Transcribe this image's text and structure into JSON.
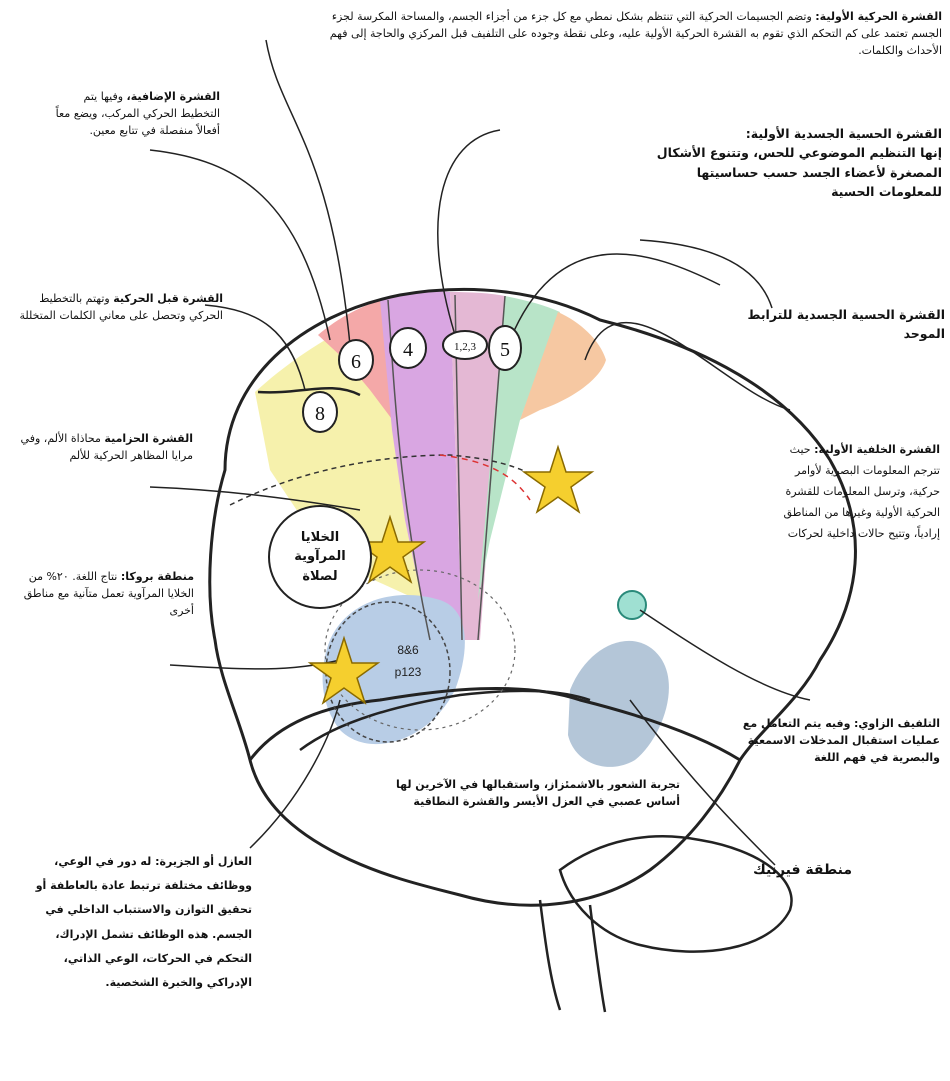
{
  "labels": {
    "primary_motor_title": "القشرة الحركية الأولية:",
    "primary_motor_body": "وتضم الجسيمات الحركية التي تنتظم بشكل نمطي مع كل جزء من أجزاء الجسم، والمساحة المكرسة لجزء الجسم تعتمد على كم التحكم الذي تقوم به القشرة الحركية الأولية عليه، وعلى نقطة وجوده على التلفيف قبل المركزي والحاجة إلى فهم الأحداث والكلمات.",
    "supplementary_title": "القشرة الإضافية،",
    "supplementary_body": "وفيها يتم التخطيط الحركي المركب، ويضع معاً أفعالاً منفصلة في تتابع معين.",
    "somatosensory_title": "القشرة الحسية الجسدية الأولية:",
    "somatosensory_body": "إنها التنظيم الموضوعي للحس، وتتنوع الأشكال المصغرة لأعضاء الجسد حسب حساسيتها للمعلومات الحسية",
    "premotor_title": "القشرة قبل الحركية",
    "premotor_body": "وتهتم بالتخطيط الحركي وتحصل على معاني الكلمات المتخللة",
    "assoc_somatosensory": "القشرة الحسية الجسدية للترابط الموحد",
    "cingulate_title": "القشرة الحزامية",
    "cingulate_body": "محاذاة الألم، وفي مرايا المظاهر الحركية للألم",
    "posterior_title": "القشرة الخلفية الأولية:",
    "posterior_body": "حيث تترجم المعلومات البصرية لأوامر حركية، وترسل المعلومات للقشرة الحركية الأولية وغيرها من المناطق إرادياً، وتتيح حالات داخلية لحركات",
    "mirror_neurons": "الخلايا المرآوية لصلاة",
    "broca_title": "منطقة بروكا:",
    "broca_body": "نتاج اللغة. ٢٠% من الخلايا المرآوية تعمل متآنية مع مناطق أخرى",
    "angular_title": "التلفيف الزاوي:",
    "angular_body": "وفيه يتم التعامل مع عمليات استقبال المدخلات الاسمعية والبصرية في فهم اللغة",
    "empathy": "تجربة الشعور بالاشمئزاز، واستقبالها في الآخرين لها أساس عصبي في العزل الأيسر والقشرة النطاقية",
    "wernicke": "منطقة فيرنيك",
    "insula_title": "العازل أو الجزيرة:",
    "insula_body": "له دور في الوعي، ووظائف مختلفة ترتبط عادة بالعاطفة أو تحقيق التوازن والاستتباب الداخلي في الجسم. هذه الوظائف تشمل الإدراك، التحكم في الحركات، الوعي الذاتي، الإدراكي والخبرة الشخصية."
  },
  "area_numbers": {
    "area_6": "6",
    "area_4": "4",
    "area_123": "1,2,3",
    "area_5": "5",
    "area_8": "8",
    "broca_areas_line1": "8&6",
    "broca_areas_line2": "p123"
  },
  "colors": {
    "premotor": "#f4a8a8",
    "primary_motor": "#d9a6e2",
    "somatosensory": "#e4b8d4",
    "area5": "#b8e4c8",
    "association": "#f6c8a2",
    "prefrontal": "#f6f0a8",
    "broca": "#b8cde6",
    "wernicke": "#b4c6d8",
    "star": "#f5cf2e",
    "outline": "#222222"
  }
}
